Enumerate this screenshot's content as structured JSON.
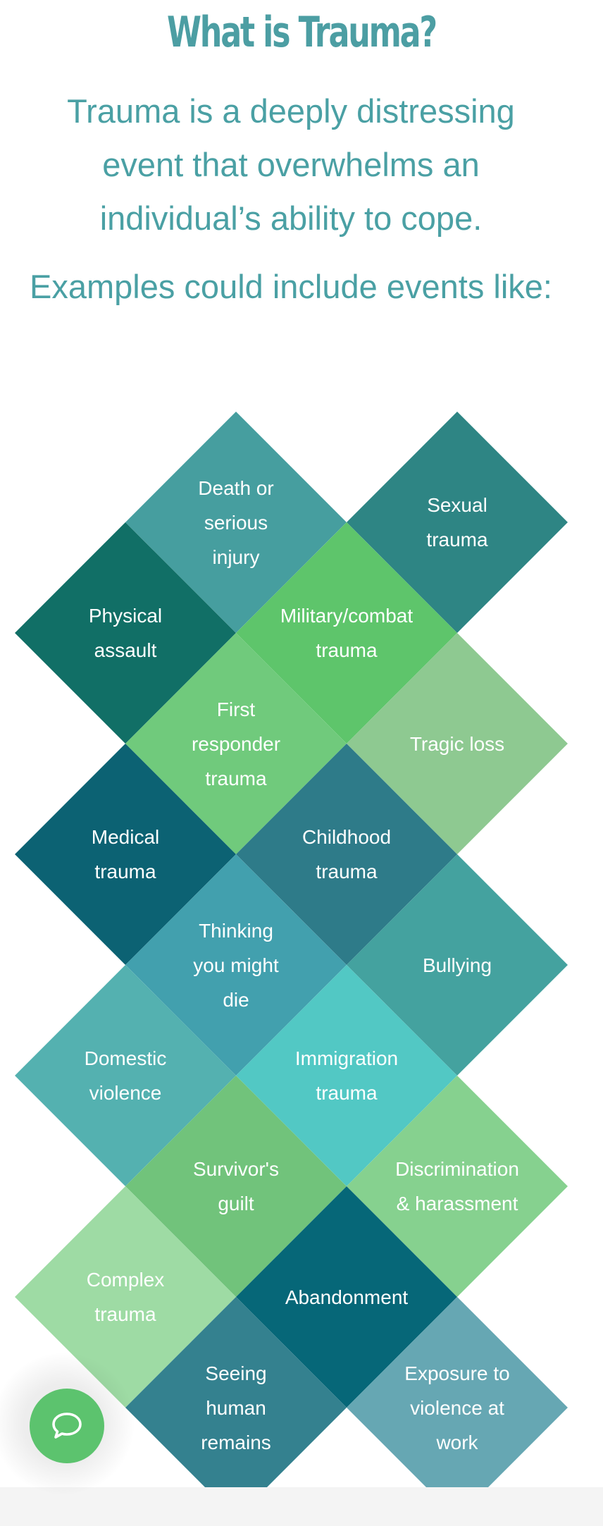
{
  "heading": {
    "title": "What is Trauma?",
    "intro": "Trauma is a deeply distressing event that overwhelms an individual’s ability to cope.",
    "examples": "Examples could include events like:"
  },
  "tiles": [
    {
      "key": "death",
      "label": "Death or\nserious\ninjury",
      "color": "#469e9f"
    },
    {
      "key": "sexual",
      "label": "Sexual\ntrauma",
      "color": "#2e8584"
    },
    {
      "key": "physical",
      "label": "Physical\nassault",
      "color": "#116f66"
    },
    {
      "key": "military",
      "label": "Military/combat\ntrauma",
      "color": "#5ec56b"
    },
    {
      "key": "firstresponder",
      "label": "First\nresponder\ntrauma",
      "color": "#70ca7c"
    },
    {
      "key": "tragic",
      "label": "Tragic loss",
      "color": "#8ec991"
    },
    {
      "key": "medical",
      "label": "Medical\ntrauma",
      "color": "#0c6273"
    },
    {
      "key": "childhood",
      "label": "Childhood\ntrauma",
      "color": "#2e7b89"
    },
    {
      "key": "thinking",
      "label": "Thinking\nyou might\ndie",
      "color": "#42a0ae"
    },
    {
      "key": "bullying",
      "label": "Bullying",
      "color": "#44a29f"
    },
    {
      "key": "domestic",
      "label": "Domestic\nviolence",
      "color": "#54b1b0"
    },
    {
      "key": "immigration",
      "label": "Immigration\ntrauma",
      "color": "#52c8c4"
    },
    {
      "key": "survivor",
      "label": "Survivor's\nguilt",
      "color": "#71c37b"
    },
    {
      "key": "discrimination",
      "label": "Discrimination\n& harassment",
      "color": "#86d18f"
    },
    {
      "key": "complex",
      "label": "Complex\ntrauma",
      "color": "#9edba4"
    },
    {
      "key": "abandonment",
      "label": "Abandonment",
      "color": "#066778"
    },
    {
      "key": "remains",
      "label": "Seeing\nhuman\nremains",
      "color": "#34818f"
    },
    {
      "key": "exposure",
      "label": "Exposure to\nviolence at\nwork",
      "color": "#66a7b3"
    }
  ],
  "chat": {
    "icon": "chat-bubble-icon",
    "color": "#5cc36e"
  }
}
